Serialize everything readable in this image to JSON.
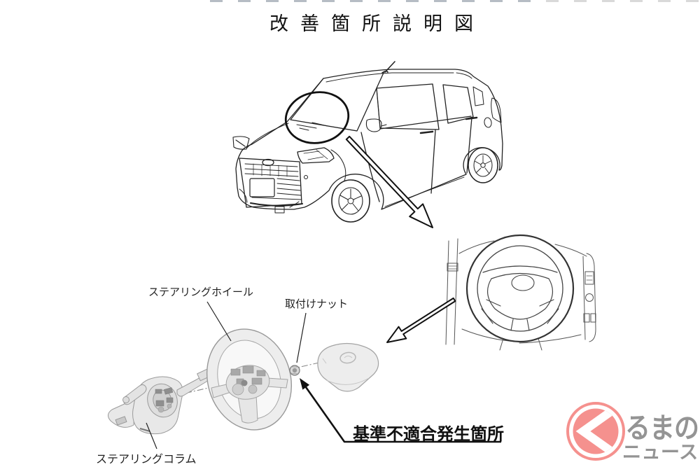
{
  "title": "改善箇所説明図",
  "labels": {
    "steering_wheel": "ステアリングホイール",
    "mounting_nut": "取付けナット",
    "steering_column": "ステアリングコラム",
    "defect_location": "基準不適合発生箇所"
  },
  "logo": {
    "line1": "るまの",
    "line2": "ニュース",
    "icon": "kuruma-chevron-circle-icon",
    "accent_color": "#F5918E",
    "text_color": "#949494"
  },
  "illustration": {
    "car": "line-art hatchback car front three-quarter view",
    "highlight": "ellipse around windshield cowl area",
    "dashboard": "steering wheel and dashboard close-up line art",
    "exploded_view": "steering column, steering wheel, mounting nut, airbag pad exploded along axis",
    "line_color": "#222222",
    "part_fill_color": "#ebebeb"
  }
}
